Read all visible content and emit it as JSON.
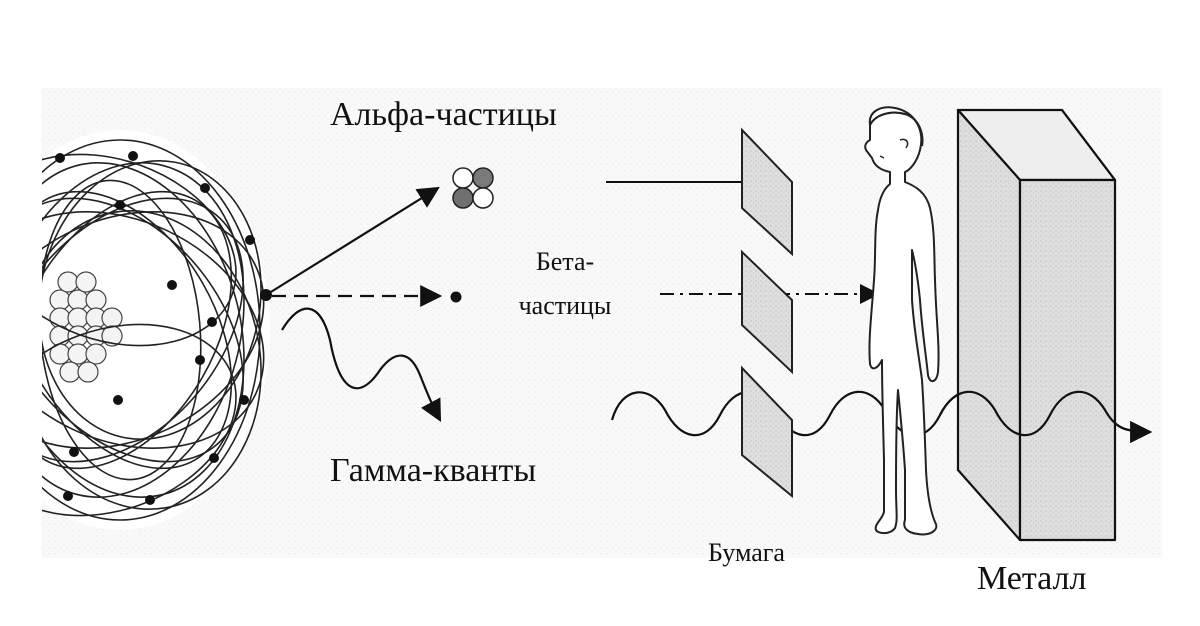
{
  "labels": {
    "alpha": "Альфа-частицы",
    "beta_line1": "Бета-",
    "beta_line2": "частицы",
    "gamma": "Гамма-кванты",
    "paper": "Бумага",
    "metal": "Металл"
  },
  "colors": {
    "ink": "#111111",
    "paper_fill": "#d9d9d9",
    "metal_front": "#dcdcdc",
    "metal_side": "#cfcfcf",
    "background_speckle": "#f1f1f1"
  }
}
